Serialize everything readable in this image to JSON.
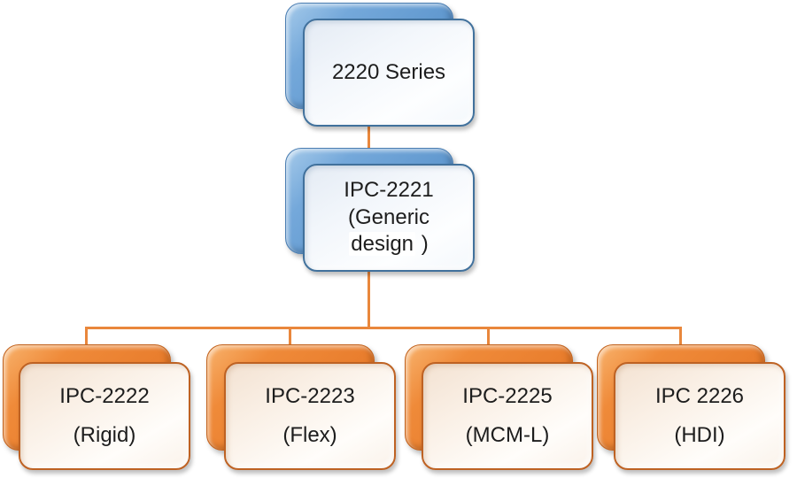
{
  "diagram": {
    "type": "hierarchy",
    "nodes": {
      "root": {
        "line1": "2220 Series"
      },
      "mid": {
        "line1": "IPC-2221",
        "line2": "(Generic",
        "line3_word": "design",
        "line3_suffix": " )"
      },
      "child1": {
        "line1": "IPC-2222",
        "line2": "(Rigid)"
      },
      "child2": {
        "line1": "IPC-2223",
        "line2": "(Flex)"
      },
      "child3": {
        "line1": "IPC-2225",
        "line2": "(MCM-L)"
      },
      "child4": {
        "line1": "IPC 2226",
        "line2": "(HDI)"
      }
    },
    "colors": {
      "blue_node_fill": "#6FA4D8",
      "blue_node_border": "#41719C",
      "orange_node_fill": "#EE8838",
      "orange_node_border": "#BE6223",
      "connector": "#E9873C",
      "text": "#1D1D1D",
      "background": "#FFFFFF"
    }
  }
}
